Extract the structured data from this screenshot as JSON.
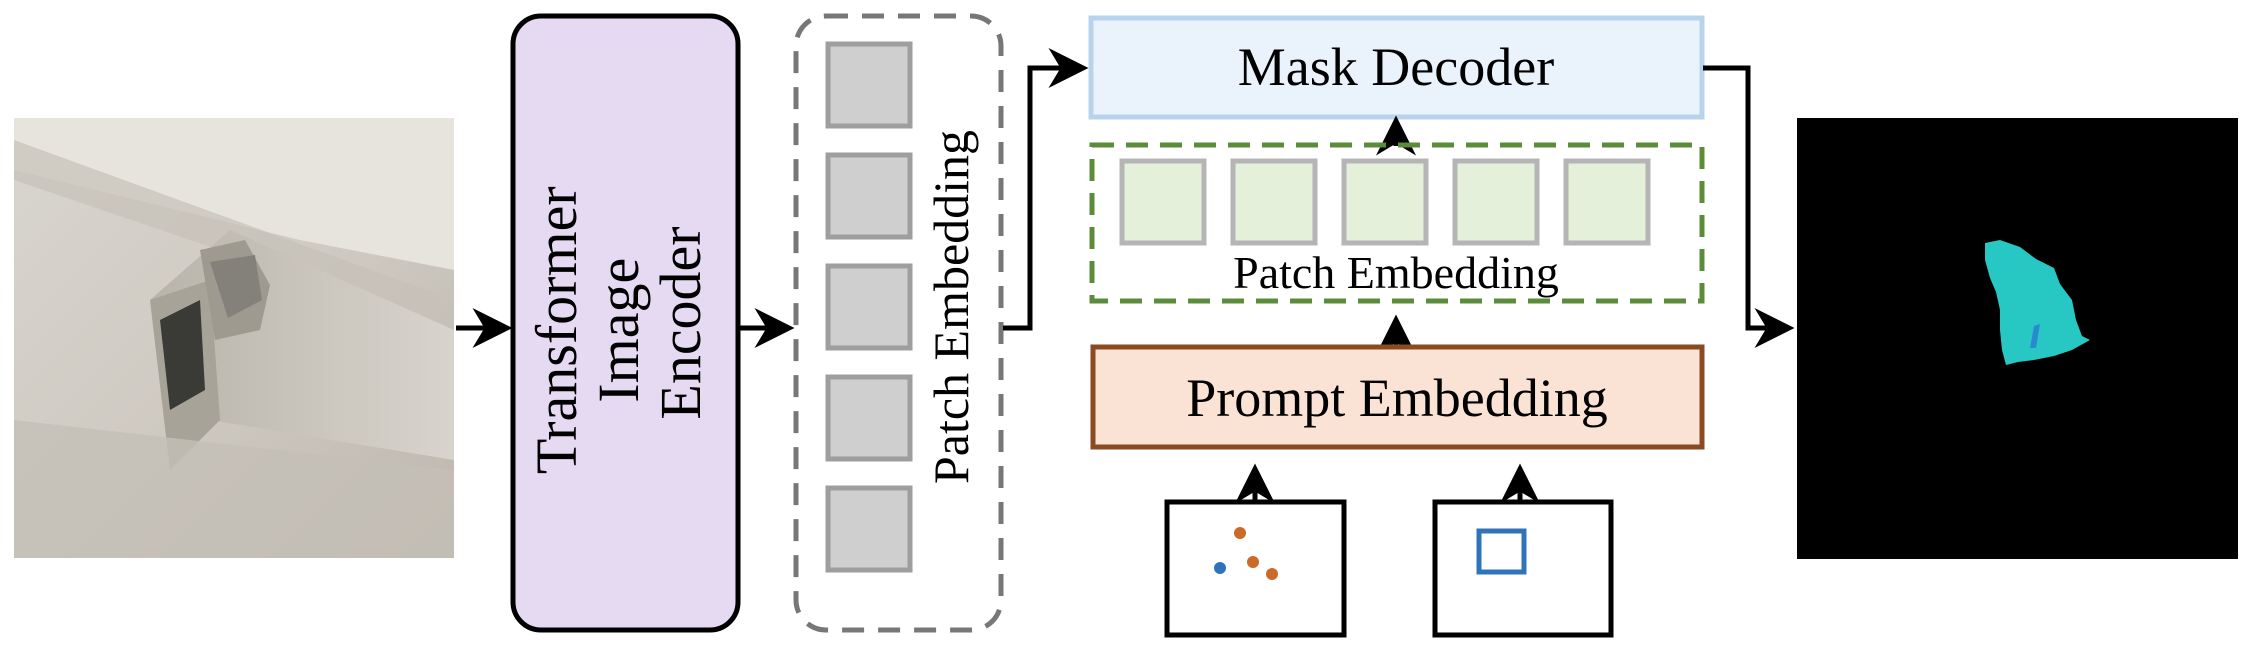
{
  "encoder": {
    "label_line1": "Transformer",
    "label_line2": "Image",
    "label_line3": "Encoder"
  },
  "patch_embedding_image": {
    "label": "Patch Embedding"
  },
  "mask_decoder": {
    "label": "Mask Decoder"
  },
  "patch_embedding_prompt": {
    "label": "Patch Embedding"
  },
  "prompt_embedding": {
    "label": "Prompt Embedding"
  },
  "colors": {
    "encoder_fill": "#e6d9f2",
    "decoder_fill": "#eaf2fb",
    "decoder_stroke": "#b8d4ec",
    "patch_gray_fill": "#cfcfcf",
    "patch_gray_stroke": "#9e9e9e",
    "patch_green_fill": "#e4f0da",
    "patch_green_stroke": "#b5b5b5",
    "green_dash": "#5b8c3a",
    "prompt_fill": "#fae3d4",
    "prompt_stroke": "#8a4a22",
    "point_orange": "#cc6a2a",
    "point_blue": "#2f74bb",
    "box_blue": "#2f74bb",
    "mask_cyan": "#27c7c3",
    "mask_inner": "#2a8ad0"
  },
  "icons": [
    "arrow-icon",
    "point-prompt-icon",
    "box-prompt-icon"
  ]
}
